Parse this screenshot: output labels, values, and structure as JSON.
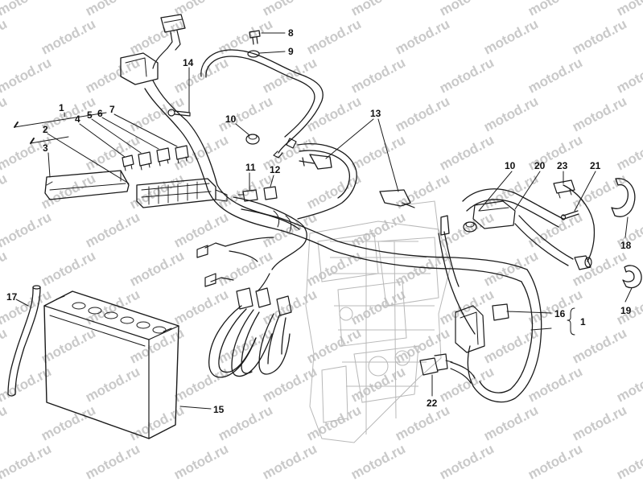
{
  "watermark": "motod.ru",
  "callouts": [
    "1",
    "2",
    "3",
    "4",
    "5",
    "6",
    "7",
    "8",
    "9",
    "10",
    "11",
    "12",
    "13",
    "14",
    "15",
    "16",
    "17",
    "18",
    "19",
    "20",
    "21",
    "22",
    "23"
  ],
  "colors": {
    "line": "#1a1a1a",
    "ghost": "#b8b8b8",
    "watermark": "#c9c9c9"
  }
}
